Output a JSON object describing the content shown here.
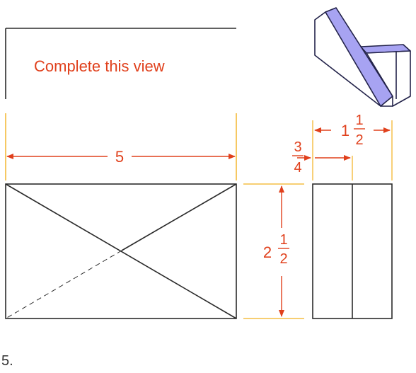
{
  "instruction": "Complete this view",
  "problem_number": "5.",
  "dimensions": {
    "width": "5",
    "height_whole": "2",
    "height_num": "1",
    "height_den": "2",
    "depth_whole": "1",
    "depth_num": "1",
    "depth_den": "2",
    "offset_num": "3",
    "offset_den": "4"
  },
  "colors": {
    "line": "#2b2b2b",
    "dimension": "#e0401c",
    "extension": "#f2b01e",
    "face_fill": "#a7a3f2",
    "face_stroke": "#23234a"
  }
}
